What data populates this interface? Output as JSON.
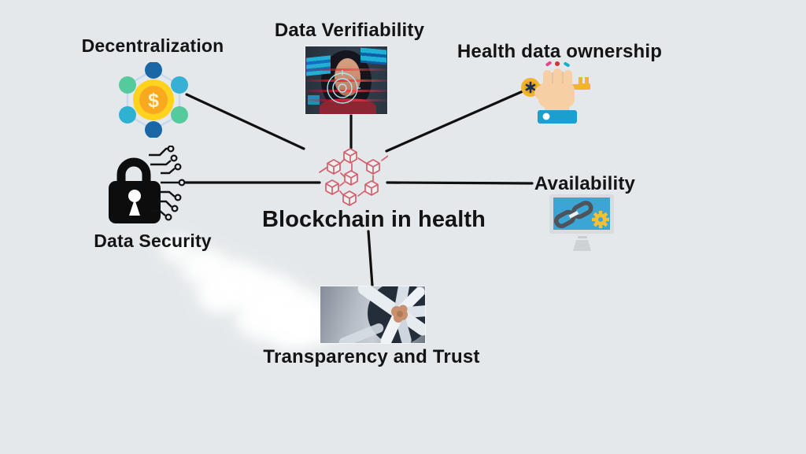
{
  "title": "Blockchain in health diagram",
  "background_color": "#e4e8ea",
  "connector_color": "#111111",
  "center": {
    "label": "Blockchain in health",
    "icon": "blockchain-cubes-icon",
    "icon_color": "#d2606c"
  },
  "nodes": [
    {
      "id": "decentralization",
      "label": "Decentralization",
      "icon": "decentralized-network-coin-icon"
    },
    {
      "id": "data-verifiability",
      "label": "Data Verifiability",
      "icon": "face-scan-photo"
    },
    {
      "id": "health-data-ownership",
      "label": "Health data ownership",
      "icon": "hand-holding-key-icon"
    },
    {
      "id": "data-security",
      "label": "Data Security",
      "icon": "padlock-circuit-icon"
    },
    {
      "id": "availability",
      "label": "Availability",
      "icon": "monitor-chain-gear-icon"
    },
    {
      "id": "transparency-and-trust",
      "label": "Transparency and Trust",
      "icon": "handshake-photo"
    }
  ],
  "decorations": [
    "white-cloud"
  ],
  "colors": {
    "coin_yellow": "#ffd21e",
    "coin_inner": "#f8a91f",
    "node_dark_blue": "#1b67a6",
    "node_cyan": "#36b0d4",
    "node_green": "#55cb9d",
    "key_yellow": "#f2b42d",
    "hand_skin": "#f7cfa4",
    "cuff_blue": "#1a9fce",
    "lock_black": "#0d0d0d",
    "screen_blue": "#3ba6d6",
    "chain_gray": "#4d545c",
    "gear_yellow": "#f5c132",
    "cube_red": "#d2606c"
  }
}
